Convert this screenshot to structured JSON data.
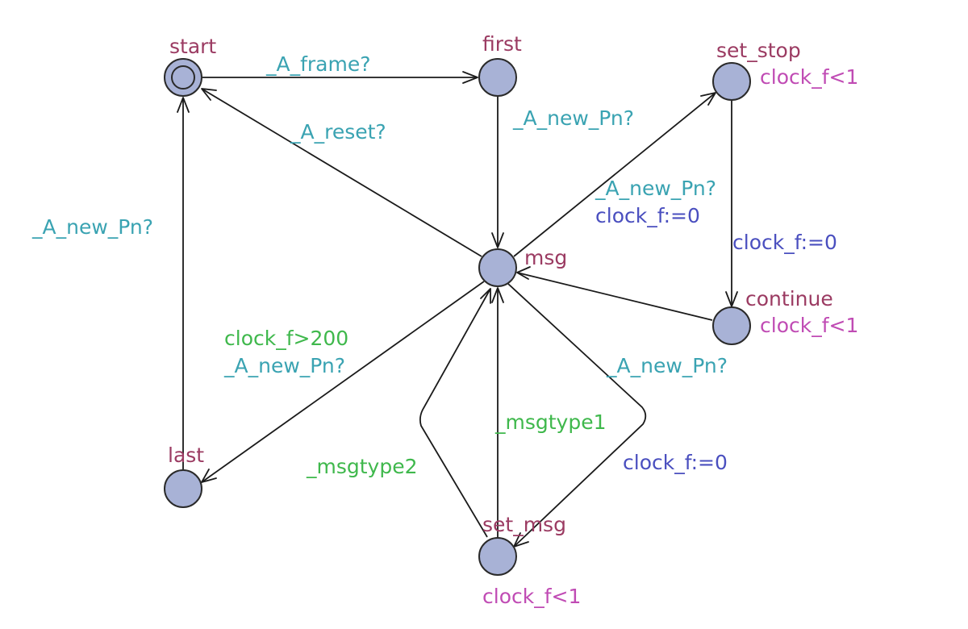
{
  "colors": {
    "location_fill": "#a8b2d6",
    "location_name": "#9b3b62",
    "sync": "#3aa3b2",
    "assignment": "#4a4fbf",
    "guard": "#3fb84c",
    "invariant": "#c04bb4"
  },
  "locations": {
    "start": {
      "name": "start",
      "initial": true
    },
    "first": {
      "name": "first"
    },
    "set_stop": {
      "name": "set_stop",
      "invariant": "clock_f<1"
    },
    "msg": {
      "name": "msg"
    },
    "continue": {
      "name": "continue",
      "invariant": "clock_f<1"
    },
    "last": {
      "name": "last"
    },
    "set_msg": {
      "name": "set_msg",
      "invariant": "clock_f<1"
    }
  },
  "edges": {
    "start_first": {
      "sync": "_A_frame?"
    },
    "first_msg": {
      "sync": "_A_new_Pn?"
    },
    "msg_start": {
      "sync": "_A_reset?"
    },
    "msg_set_stop": {
      "sync": "_A_new_Pn?",
      "assignment": "clock_f:=0"
    },
    "set_stop_continue": {
      "assignment": "clock_f:=0"
    },
    "continue_msg": {},
    "last_start": {
      "sync": "_A_new_Pn?"
    },
    "msg_last": {
      "guard": "clock_f>200",
      "sync": "_A_new_Pn?"
    },
    "set_msg_msg_2": {
      "guard": "_msgtype2"
    },
    "set_msg_msg_1": {
      "guard": "_msgtype1"
    },
    "msg_set_msg": {
      "sync": "_A_new_Pn?",
      "assignment": "clock_f:=0"
    }
  }
}
